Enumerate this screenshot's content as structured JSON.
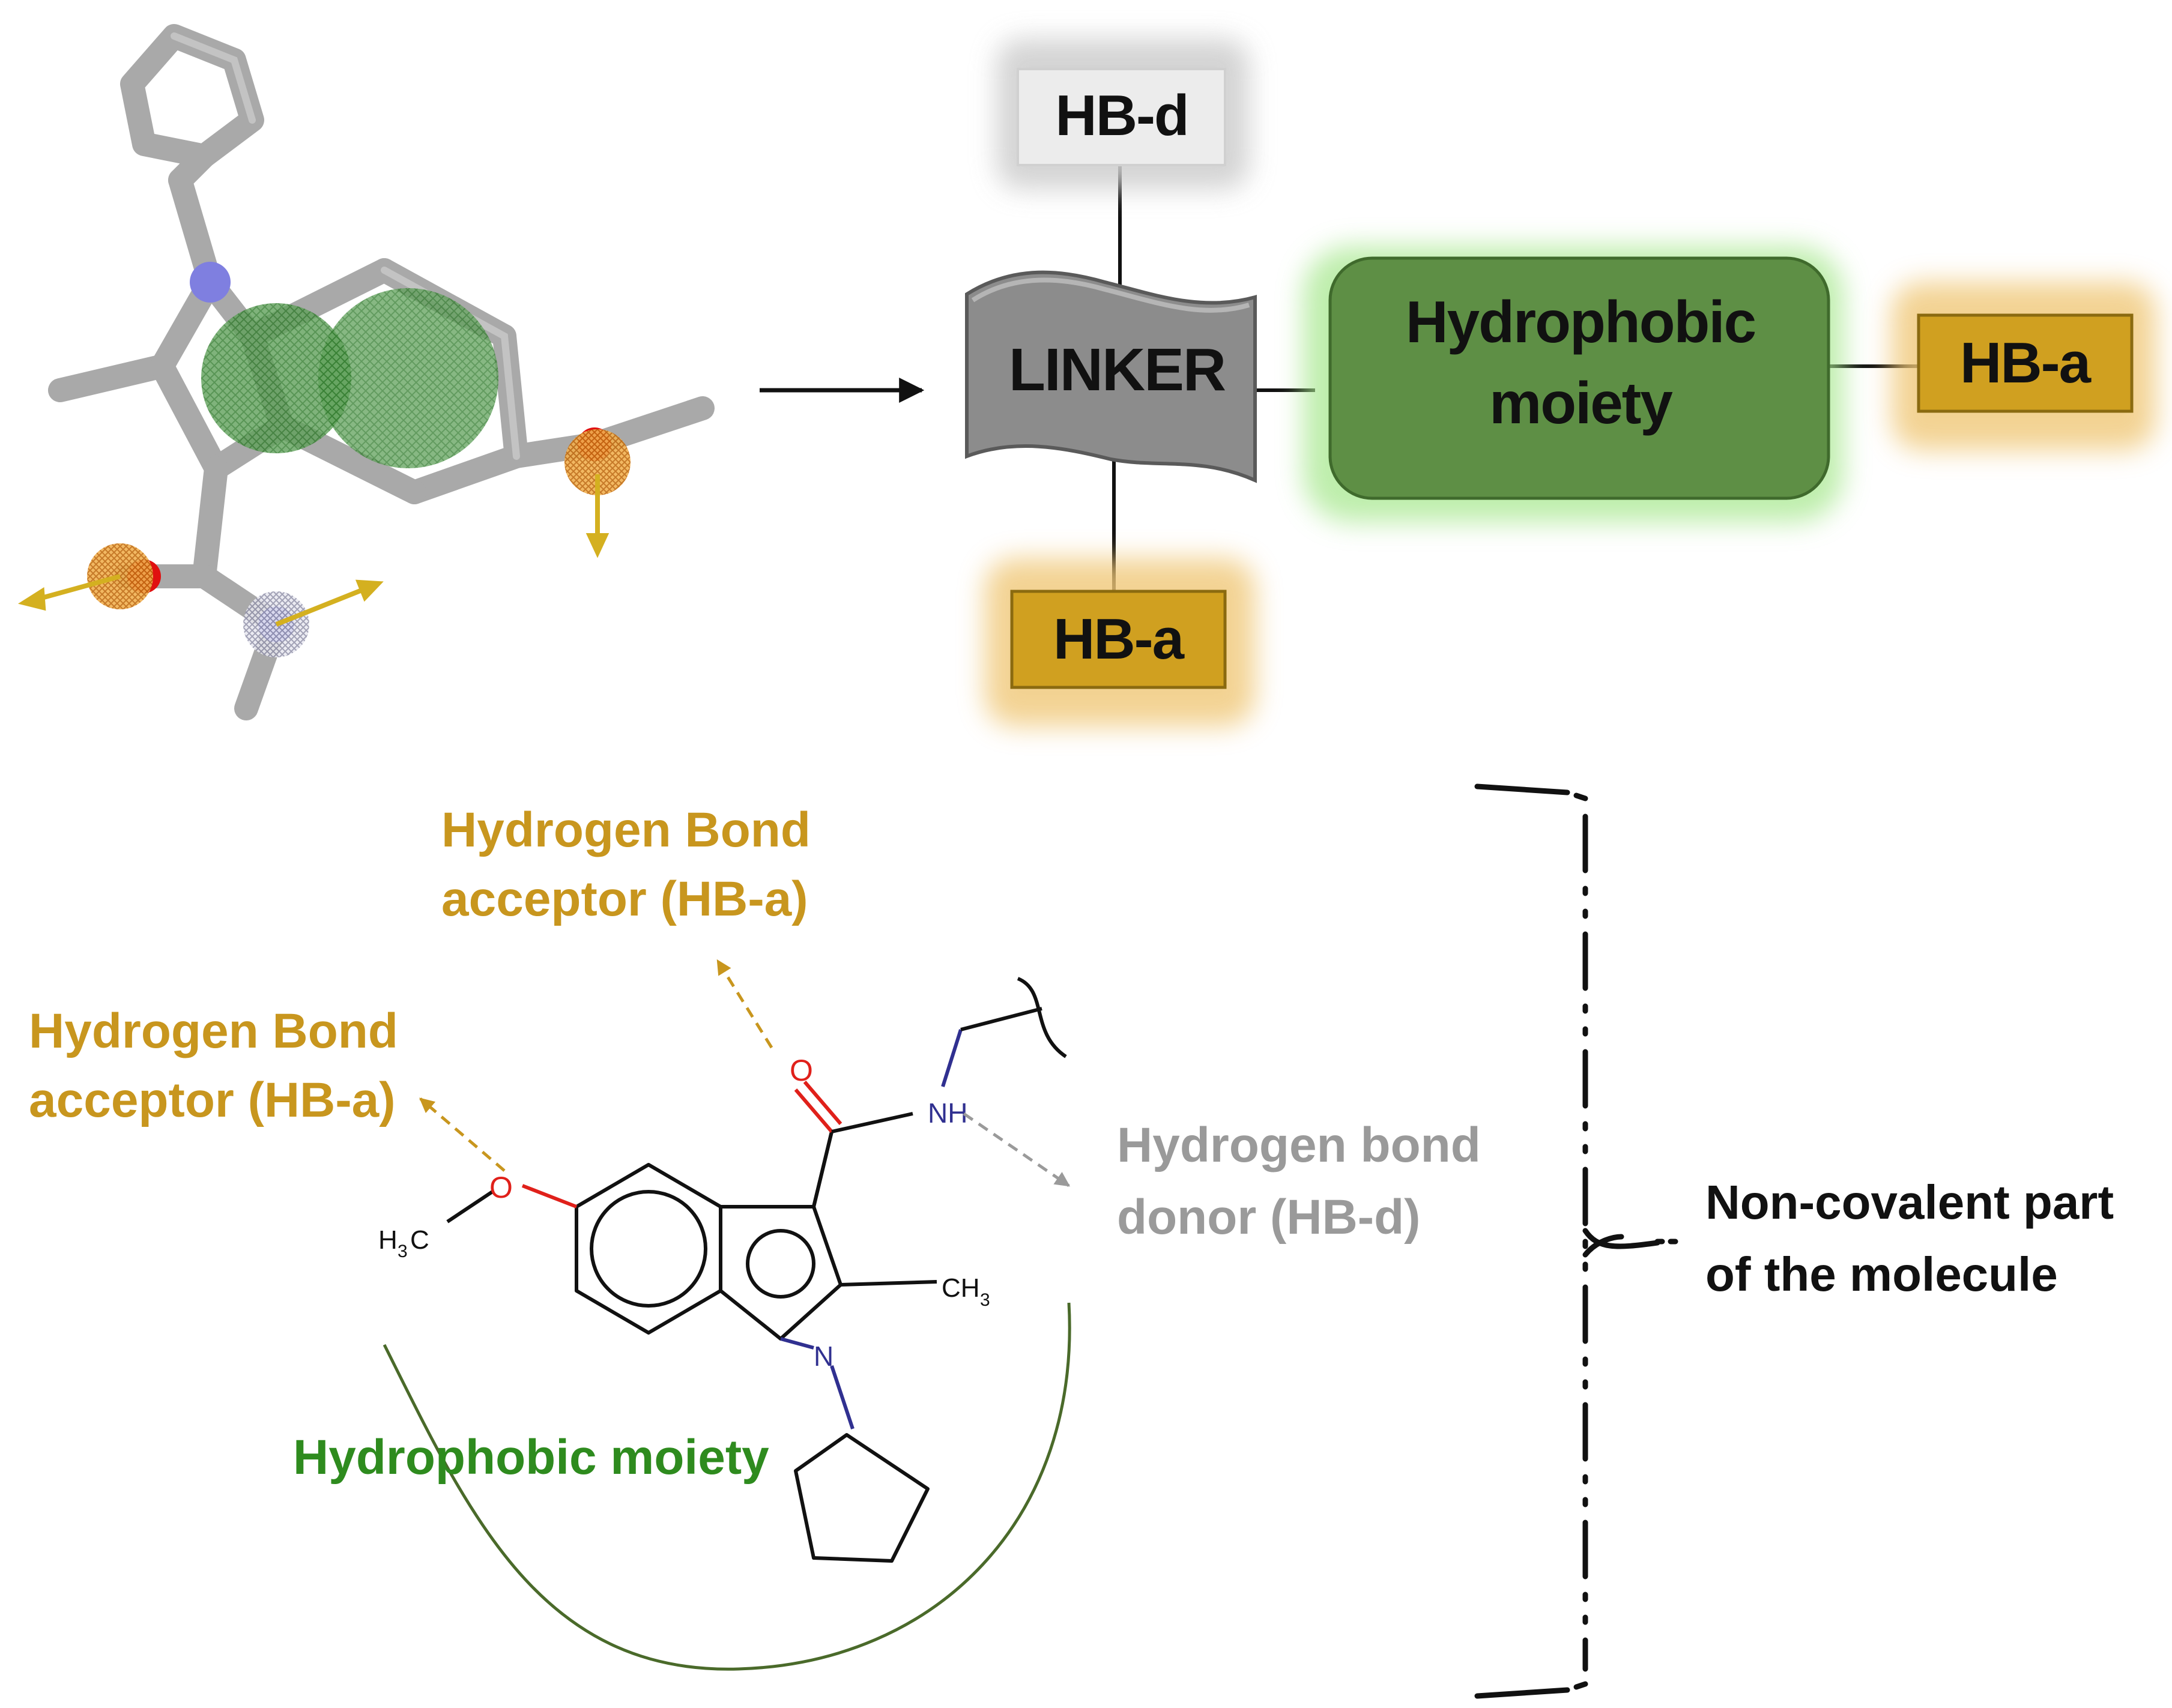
{
  "schema": {
    "hb_d_top": "HB-d",
    "linker": "LINKER",
    "hydrophobic_line1": "Hydrophobic",
    "hydrophobic_line2": "moiety",
    "hb_a_right": "HB-a",
    "hb_a_bottom": "HB-a"
  },
  "annotations": {
    "hba_top_line1": "Hydrogen Bond",
    "hba_top_line2": "acceptor (HB-a)",
    "hba_left_line1": "Hydrogen Bond",
    "hba_left_line2": "acceptor (HB-a)",
    "hbd_line1": "Hydrogen bond",
    "hbd_line2": "donor (HB-d)",
    "hydrophobic": "Hydrophobic moiety",
    "noncov_line1": "Non-covalent part",
    "noncov_line2": "of the molecule"
  },
  "chemistry": {
    "o_carbonyl": "O",
    "nh": "NH",
    "o_ether": "O",
    "h3c_h": "H",
    "h3c_3": "3",
    "h3c_c": "C",
    "ch3_ch": "CH",
    "ch3_3": "3",
    "n_ring": "N"
  },
  "colors": {
    "hb_acceptor": "#d4a017",
    "hb_acceptor_text": "#c8961e",
    "hb_donor": "#9a9a9a",
    "hydrophobic_fill": "#5e8f45",
    "hydrophobic_text": "#2e8b1e",
    "linker": "#8a8a8a",
    "oxygen": "#e0201a",
    "nitrogen": "#303090"
  }
}
